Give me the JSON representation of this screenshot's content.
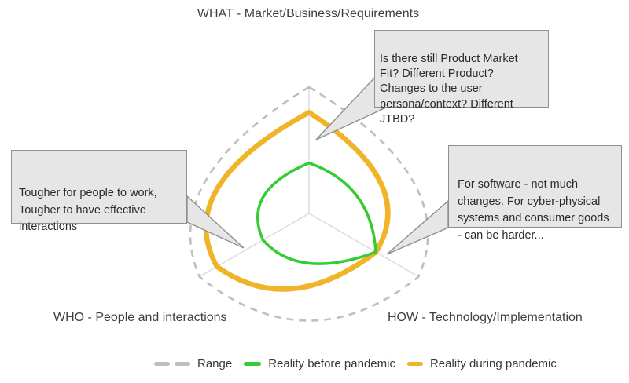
{
  "chart_data": {
    "type": "radar",
    "axes": [
      "WHAT - Market/Business/Requirements",
      "HOW - Technology/Implementation",
      "WHO - People and interactions"
    ],
    "value_range": [
      0,
      1
    ],
    "grid": false,
    "legend_position": "bottom",
    "series": [
      {
        "name": "Range",
        "style": "dashed",
        "color": "#bfbfbf",
        "values": [
          1.0,
          1.0,
          1.0
        ]
      },
      {
        "name": "Reality before pandemic",
        "style": "solid",
        "color": "#33cc33",
        "values": [
          0.4,
          0.61,
          0.42
        ]
      },
      {
        "name": "Reality during pandemic",
        "style": "solid",
        "color": "#f0b429",
        "values": [
          0.8,
          0.61,
          0.84
        ]
      }
    ]
  },
  "callouts": {
    "what": {
      "text": "Is there still Product Market\nFit? Different Product?\nChanges to the user\npersona/context? Different\nJTBD?"
    },
    "who": {
      "text": "Tougher for people to work,\nTougher to have effective\ninteractions"
    },
    "how": {
      "text": "For software - not much\nchanges. For cyber-physical\nsystems and consumer goods\n- can be harder..."
    }
  },
  "callout_colors": {
    "fill": "#e6e6e6",
    "border": "#8f8f8f"
  }
}
